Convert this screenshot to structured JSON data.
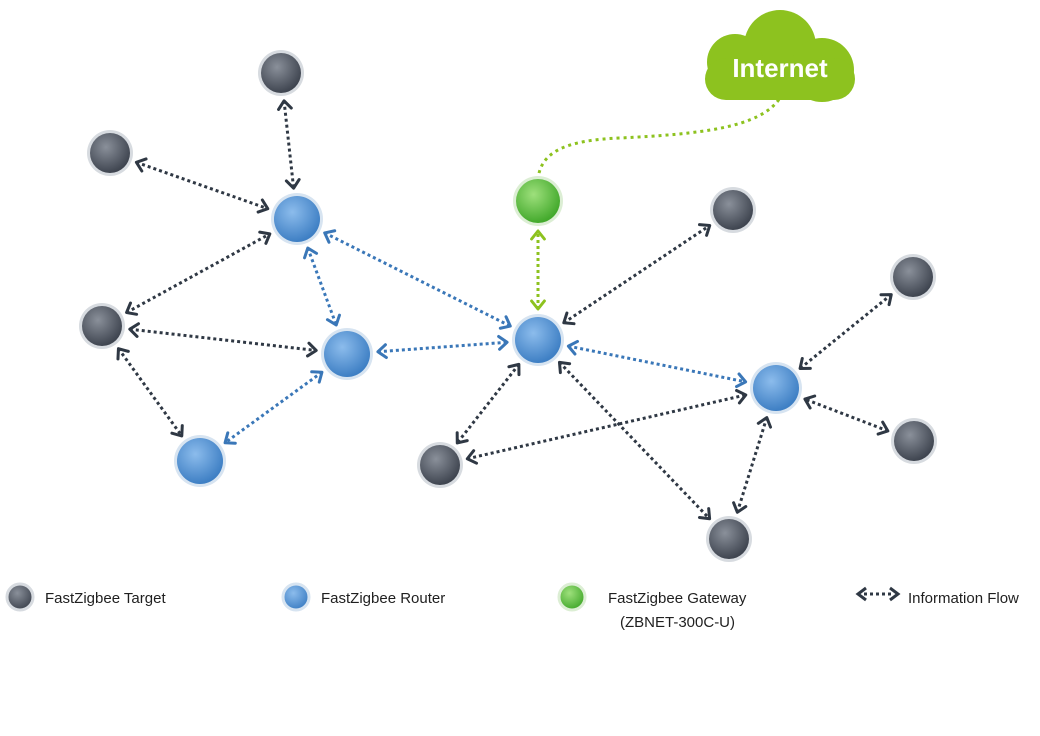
{
  "cloud": {
    "label": "Internet",
    "color": "#8dc21f"
  },
  "colors": {
    "target": "#5d636d",
    "router": "#4f8fd0",
    "gateway": "#5bbd3c",
    "arrow_dark": "#2f3844",
    "arrow_blue": "#3a77b8",
    "arrow_green": "#8dc21f"
  },
  "nodes": [
    {
      "id": "t1",
      "type": "target"
    },
    {
      "id": "t2",
      "type": "target"
    },
    {
      "id": "t3",
      "type": "target"
    },
    {
      "id": "t4",
      "type": "target"
    },
    {
      "id": "t5",
      "type": "target"
    },
    {
      "id": "t6",
      "type": "target"
    },
    {
      "id": "t7",
      "type": "target"
    },
    {
      "id": "t8",
      "type": "target"
    },
    {
      "id": "r1",
      "type": "router"
    },
    {
      "id": "r2",
      "type": "router"
    },
    {
      "id": "r3",
      "type": "router"
    },
    {
      "id": "r4",
      "type": "router"
    },
    {
      "id": "r5",
      "type": "router"
    },
    {
      "id": "g1",
      "type": "gateway"
    }
  ],
  "links": [
    {
      "from": "t1",
      "to": "r1",
      "style": "dark"
    },
    {
      "from": "t2",
      "to": "r1",
      "style": "dark"
    },
    {
      "from": "t3",
      "to": "r1",
      "style": "dark"
    },
    {
      "from": "t3",
      "to": "r2",
      "style": "dark"
    },
    {
      "from": "t3",
      "to": "r3",
      "style": "dark"
    },
    {
      "from": "r1",
      "to": "r2",
      "style": "blue"
    },
    {
      "from": "r1",
      "to": "r4",
      "style": "blue"
    },
    {
      "from": "r2",
      "to": "r3",
      "style": "blue"
    },
    {
      "from": "r2",
      "to": "r4",
      "style": "blue"
    },
    {
      "from": "r4",
      "to": "g1",
      "style": "green"
    },
    {
      "from": "r4",
      "to": "t4",
      "style": "dark"
    },
    {
      "from": "r4",
      "to": "t5",
      "style": "dark"
    },
    {
      "from": "r4",
      "to": "t8",
      "style": "dark"
    },
    {
      "from": "r4",
      "to": "r5",
      "style": "blue"
    },
    {
      "from": "t5",
      "to": "r5",
      "style": "dark"
    },
    {
      "from": "t6",
      "to": "r5",
      "style": "dark"
    },
    {
      "from": "t7",
      "to": "r5",
      "style": "dark"
    },
    {
      "from": "t8",
      "to": "r5",
      "style": "dark"
    }
  ],
  "legend": {
    "target_label": "FastZigbee Target",
    "router_label": "FastZigbee Router",
    "gateway_label": "FastZigbee Gateway",
    "gateway_model": "(ZBNET-300C-U)",
    "flow_label": "Information Flow"
  }
}
